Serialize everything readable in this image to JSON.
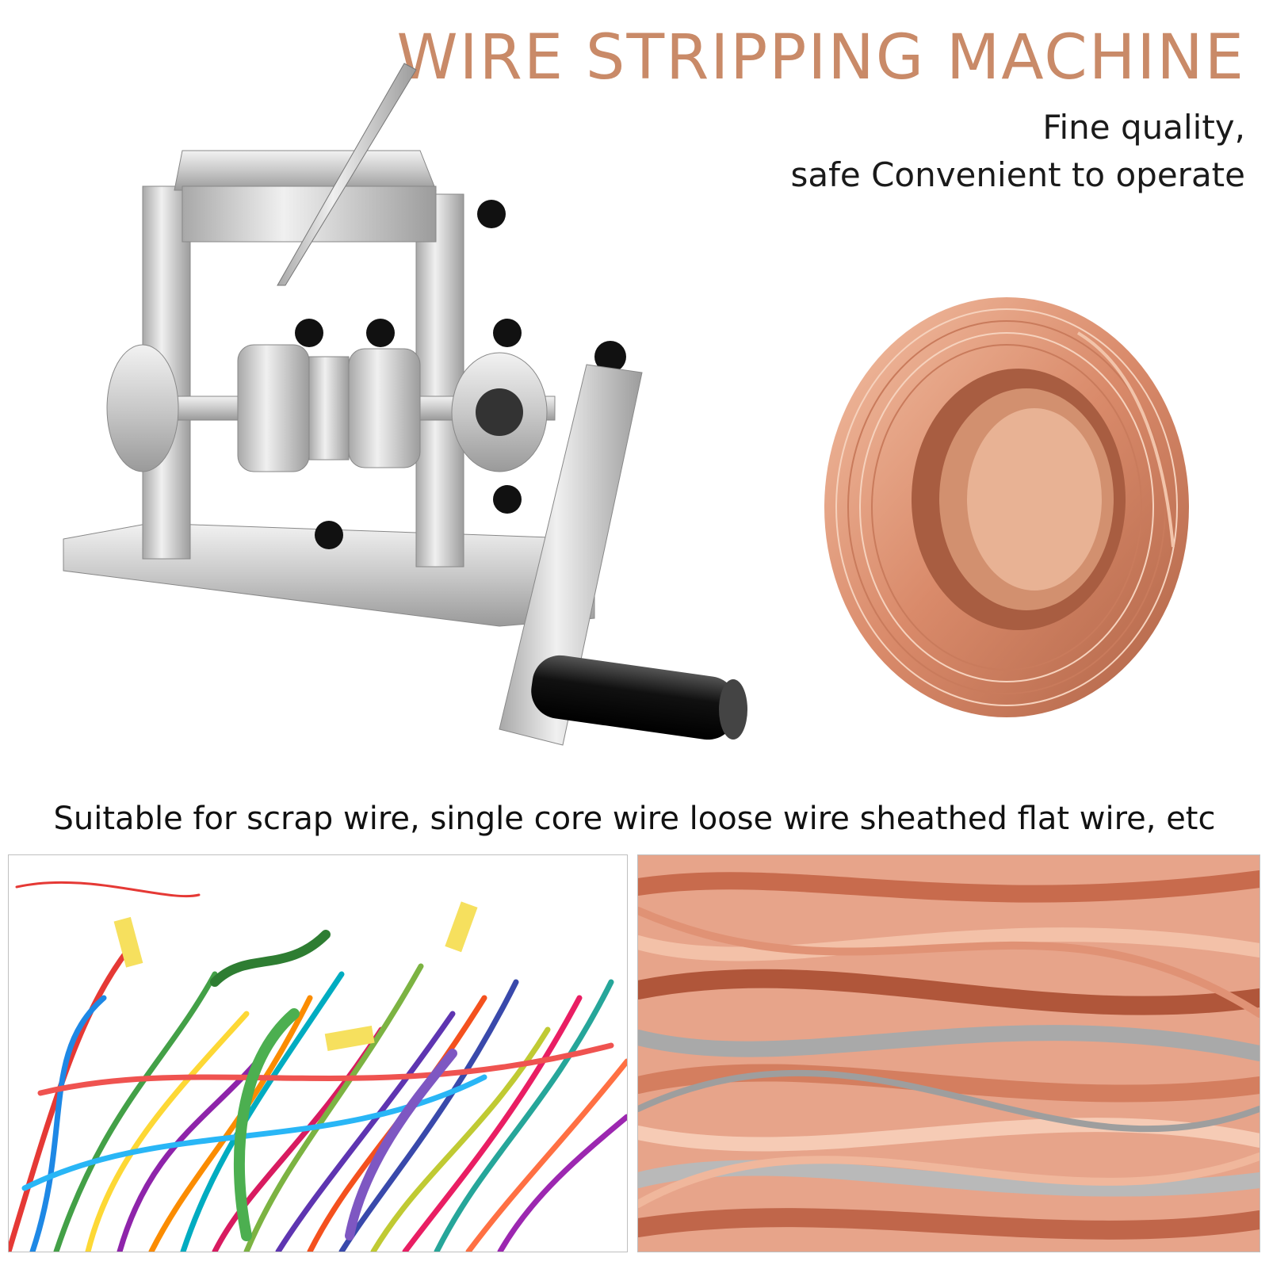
{
  "header": {
    "title": "WIRE STRIPPING MACHINE",
    "subtitle_line1": "Fine quality,",
    "subtitle_line2": "safe Convenient to operate"
  },
  "caption": "Suitable for scrap wire, single core wire loose wire sheathed flat wire, etc",
  "colors": {
    "title": "#c98a68",
    "copper": "#d98a6a",
    "metal": "#c8c8c8"
  },
  "images": {
    "machine": "wire-stripping-machine",
    "coil": "copper-wire-coil",
    "scrap_left": "colorful-scrap-wires",
    "scrap_right": "stripped-copper-strands"
  }
}
